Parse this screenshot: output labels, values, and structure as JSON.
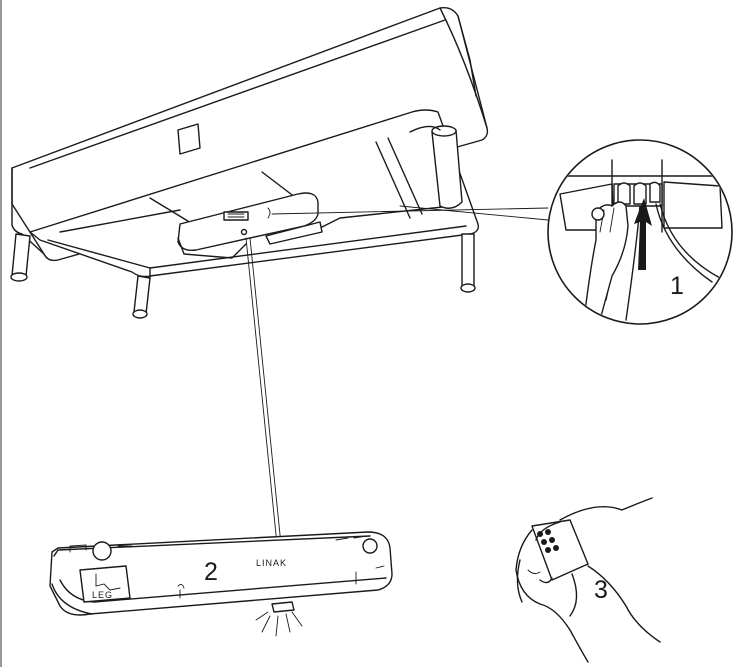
{
  "steps": {
    "step1": "1",
    "step2": "2",
    "step3": "3"
  },
  "labels": {
    "brand": "LINAK",
    "leg_label": "LEG"
  },
  "colors": {
    "line": "#1a1a1a",
    "background": "#ffffff"
  }
}
